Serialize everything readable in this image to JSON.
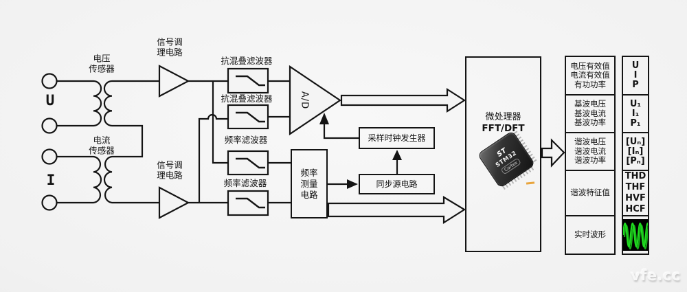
{
  "diagram": {
    "terminals": {
      "voltage": "U",
      "current": "I"
    },
    "labels": {
      "voltage_sensor": "电压\n传感器",
      "current_sensor": "电流\n传感器",
      "signal_conditioning": "信号调\n理电路",
      "anti_aliasing_filter": "抗混叠滤波器",
      "frequency_filter": "频率滤波器",
      "adc": "A/D",
      "frequency_measure": "频率\n测量\n电路",
      "sampling_clock_generator": "采样时钟发生器",
      "sync_source_circuit": "同步源电路",
      "mcu_title": "微处理器",
      "mcu_subtitle": "FFT/DFT"
    },
    "chip": {
      "logo": "ST",
      "model": "STM32",
      "core": "Cortex"
    },
    "results_table": {
      "rows": [
        {
          "name": "电压有效值\n电流有效值\n有功功率",
          "value": "U\nI\nP"
        },
        {
          "name": "基波电压\n基波电流\n基波功率",
          "value": "U₁\nI₁\nP₁"
        },
        {
          "name": "谐波电压\n谐波电流\n谐波功率",
          "value": "[Uₙ]\n[Iₙ]\n[Pₙ]"
        },
        {
          "name": "谐波特征值",
          "value": "THD\nTHF\nHVF\nHCF"
        },
        {
          "name": "实时波形",
          "value": ""
        }
      ]
    },
    "icons": {
      "waveform": "realtime-waveform-display"
    },
    "colors": {
      "line": "#141414",
      "waveform_green": "#1fdd1f",
      "waveform_bg": "#000000",
      "chip_body": "#2e2e2e",
      "accent_dash": "#e8a43c"
    },
    "watermark": "vfe.cc"
  }
}
